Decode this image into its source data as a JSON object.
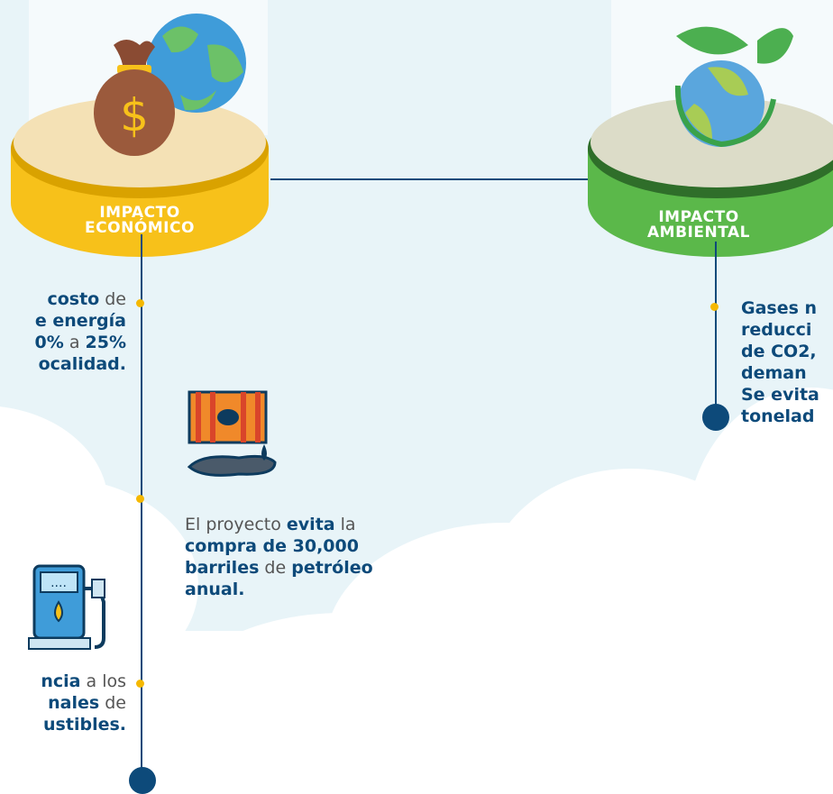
{
  "economic": {
    "title_line1": "IMPACTO",
    "title_line2": "ECONÓMICO",
    "items": [
      {
        "parts": [
          {
            "t": "costo",
            "b": true
          },
          {
            "t": " de",
            "b": false
          },
          {
            "t": "\n",
            "b": false
          },
          {
            "t": "e energía",
            "b": true
          },
          {
            "t": "\n",
            "b": false
          },
          {
            "t": "0%",
            "b": true
          },
          {
            "t": " a ",
            "b": false
          },
          {
            "t": "25%",
            "b": true
          },
          {
            "t": "\n",
            "b": false
          },
          {
            "t": "ocalidad.",
            "b": true
          }
        ]
      },
      {
        "parts": [
          {
            "t": "El proyecto ",
            "b": false
          },
          {
            "t": "evita",
            "b": true
          },
          {
            "t": " la",
            "b": false
          },
          {
            "t": "\n",
            "b": false
          },
          {
            "t": "compra de 30,000",
            "b": true
          },
          {
            "t": "\n",
            "b": false
          },
          {
            "t": "barriles",
            "b": true
          },
          {
            "t": " de ",
            "b": false
          },
          {
            "t": "petróleo",
            "b": true
          },
          {
            "t": "\n",
            "b": false
          },
          {
            "t": "anual.",
            "b": true
          }
        ]
      },
      {
        "parts": [
          {
            "t": "ncia",
            "b": true
          },
          {
            "t": " a los",
            "b": false
          },
          {
            "t": "\n",
            "b": false
          },
          {
            "t": "nales",
            "b": true
          },
          {
            "t": " de",
            "b": false
          },
          {
            "t": "\n",
            "b": false
          },
          {
            "t": "ustibles.",
            "b": true
          }
        ]
      }
    ]
  },
  "environmental": {
    "title_line1": "IMPACTO",
    "title_line2": "AMBIENTAL",
    "item": {
      "parts": [
        {
          "t": "Gases n",
          "b": true
        },
        {
          "t": "\n",
          "b": false
        },
        {
          "t": "reducci",
          "b": true
        },
        {
          "t": "\n",
          "b": false
        },
        {
          "t": "de CO2,",
          "b": true
        },
        {
          "t": "\n",
          "b": false
        },
        {
          "t": "deman",
          "b": true
        },
        {
          "t": "\n",
          "b": false
        },
        {
          "t": "Se evita",
          "b": true
        },
        {
          "t": "\n",
          "b": false
        },
        {
          "t": "tonelad",
          "b": true
        }
      ]
    }
  },
  "icons": [
    "money-bag-icon",
    "globe-icon",
    "leaf-globe-icon",
    "oil-barrel-icon",
    "fuel-pump-icon"
  ],
  "colors": {
    "yellow": "#f7c11a",
    "green": "#5bb84a",
    "navy": "#0d4a7a",
    "background": "#e8f4f8"
  }
}
